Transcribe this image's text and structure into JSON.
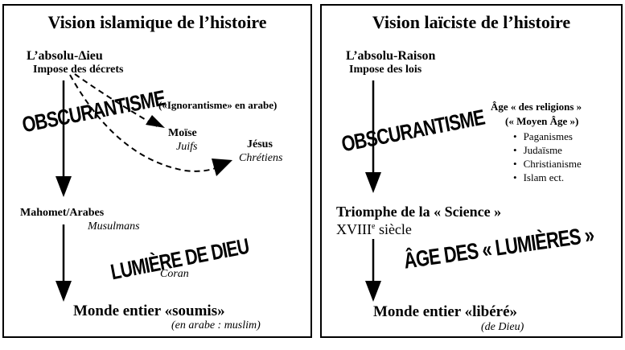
{
  "left": {
    "title": "Vision islamique de l’histoire",
    "top_line1": "L’absolu-Δieu",
    "top_line2": "Impose des décrets",
    "obscurantisme": "OBSCURANTISME",
    "note": "(«Ignorantisme» en arabe)",
    "moise": "Moïse",
    "juifs": "Juifs",
    "jesus": "Jésus",
    "chretiens": "Chrétiens",
    "mahomet": "Mahomet/Arabes",
    "musulmans": "Musulmans",
    "lumiere": "LUMIÈRE DE DIEU",
    "coran": "Coran",
    "bottom": "Monde entier «soumis»",
    "bottom_note": "(en arabe : muslim)"
  },
  "right": {
    "title": "Vision laïciste de l’histoire",
    "top_line1": "L’absolu-Raison",
    "top_line2": "Impose des lois",
    "obscurantisme": "OBSCURANTISME",
    "age_line1": "Âge « des religions »",
    "age_line2": "(« Moyen Âge »)",
    "religions": [
      "Paganismes",
      "Judaïsme",
      "Christianisme",
      "Islam ect."
    ],
    "triomphe": "Triomphe de la « Science »",
    "siecle_main": "XVIII",
    "siecle_sup": "e",
    "siecle_rest": " siècle",
    "lumieres": "ÂGE DES « LUMIÈRES »",
    "bottom": "Monde entier «libéré»",
    "bottom_note": "(de Dieu)"
  }
}
